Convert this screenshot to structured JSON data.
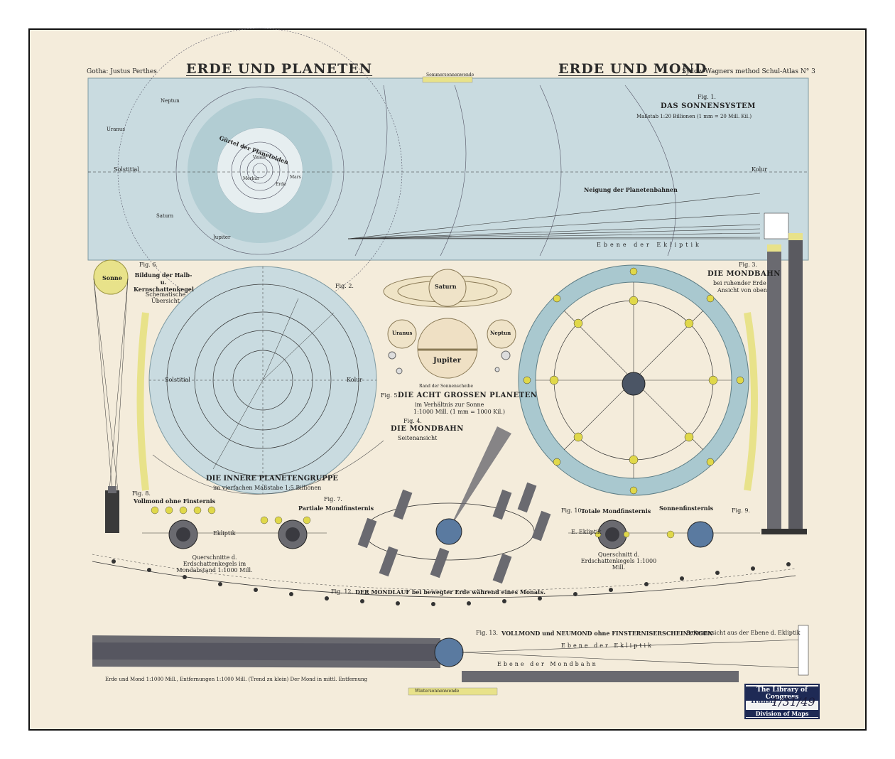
{
  "header": {
    "publisher": "Gotha: Justus Perthes",
    "title_left": "ERDE UND PLANETEN",
    "title_right": "ERDE UND MOND",
    "atlas": "Sydow-Wagners method Schul-Atlas N° 3",
    "top_tab": "Sommersonnenwende"
  },
  "fig1": {
    "label": "Fig. 1.",
    "title": "DAS SONNENSYSTEM",
    "scale": "Maßstab 1:20 Billionen (1 mm = 20 Mill. Kil.)",
    "belt": "Gürtel der Planetoiden",
    "solstitial": "Solstitial",
    "kolur": "Kolur",
    "orbits": "Neigung der Planetenbahnen",
    "ecliptic": "Ebene der Ekliptik",
    "planet_labels": [
      "Neptun",
      "Uranus",
      "Saturn",
      "Jupiter",
      "Mars",
      "Erde",
      "Venus",
      "Merkur"
    ]
  },
  "fig6": {
    "label": "Fig. 6.",
    "title": "Bildung der Halb- u. Kernschattenkegel",
    "subtitle": "Schematische Übersicht",
    "sun": "Sonne"
  },
  "fig2": {
    "label": "Fig. 2.",
    "title": "DIE INNERE PLANETENGRUPPE",
    "subtitle": "im vierfachen Maßstabe 1:5 Billionen",
    "solstitial": "Solstitial",
    "kolur": "Kolur"
  },
  "fig5": {
    "label": "Fig. 5.",
    "title": "DIE ACHT GROSSEN PLANETEN",
    "subtitle": "im Verhältnis zur Sonne",
    "scale": "1:1000 Mill. (1 mm = 1000 Kil.)",
    "saturn": "Saturn",
    "uranus": "Uranus",
    "neptun": "Neptun",
    "jupiter": "Jupiter",
    "sonne_rand": "Rand der Sonnenscheibe"
  },
  "fig4": {
    "label": "Fig. 4.",
    "title": "DIE MONDBAHN",
    "subtitle": "Seitenansicht"
  },
  "fig3": {
    "label": "Fig. 3.",
    "title": "DIE MONDBAHN",
    "subtitle": "bei ruhender Erde",
    "note": "Ansicht von oben"
  },
  "fig7": {
    "label": "Fig. 7.",
    "title": "Partiale Mondfinsternis"
  },
  "fig8": {
    "label": "Fig. 8.",
    "title": "Vollmond ohne Finsternis"
  },
  "fig9": {
    "label": "Fig. 9.",
    "title": "Sonnenfinsternis"
  },
  "fig10": {
    "label": "Fig. 10.",
    "title": "Totale Mondfinsternis"
  },
  "sections": {
    "querschnitt_left": "Querschnitte d. Erdschattenkegels im Mondabstand 1:1000 Mill.",
    "querschnitt_right": "Querschnitt d. Erdschattenkegels 1:1000 Mill.",
    "ekliptik": "Ekliptik",
    "ekliptik_short": "E. Ekliptik"
  },
  "fig12": {
    "label": "Fig. 12.",
    "title": "DER MONDLAUF bei bewegter Erde während eines Monats."
  },
  "fig13": {
    "label": "Fig. 13.",
    "title": "VOLLMOND und NEUMOND ohne FINSTERNISERSCHEINUNGEN",
    "subtitle": "Seitenansicht aus der Ebene d. Ekliptik",
    "ebene_ekliptik": "Ebene der Ekliptik",
    "ebene_mondbahn": "Ebene der Mondbahn",
    "bottom_note": "Erde und Mond 1:1000 Mill., Entfernungen 1:1000 Mill. (Trend zu klein) Der Mond in mittl. Entfernung",
    "bottom_tab": "Wintersonnenwende"
  },
  "stamp": {
    "line1": "The Library of Congress",
    "line2": "Transf.",
    "sig": "1/31/49",
    "line3": "Division of Maps"
  },
  "colors": {
    "paper": "#f4ecdb",
    "blue": "#c9dbe0",
    "belt": "#a9c8cf",
    "yellow": "#e8e28a",
    "shadow": "#6a6a70"
  }
}
